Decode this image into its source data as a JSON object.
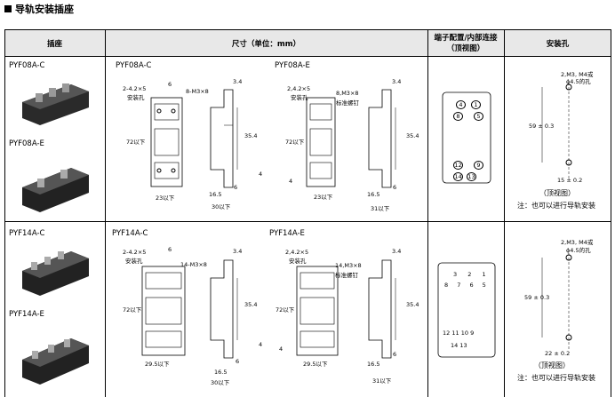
{
  "section_title": "导轨安装插座",
  "headers": {
    "socket": "插座",
    "dimensions": "尺寸（单位：mm）",
    "terminal_line1": "端子配置/内部连接",
    "terminal_line2": "（顶视图）",
    "mounting": "安装孔"
  },
  "row1": {
    "models": [
      "PYF08A-C",
      "PYF08A-E"
    ],
    "dim_c_title": "PYF08A-C",
    "dim_e_title": "PYF08A-E",
    "c_holes": "2-4.2×5",
    "c_holes_sub": "安装孔",
    "c_screws": "8-M3×8",
    "c_width_top": "6",
    "c_h": "72以下",
    "c_w": "23以下",
    "c_side_top": "3.4",
    "c_side_h": "35.4",
    "c_side_4": "4",
    "c_side_165": "16.5",
    "c_side_6": "6",
    "c_side_30": "30以下",
    "e_holes": "2,4.2×5",
    "e_holes_sub": "安装孔",
    "e_screws": "8,M3×8",
    "e_screws_sub": "标准螺钉",
    "e_h": "72以下",
    "e_w": "23以下",
    "e_4": "4",
    "e_side_top": "3.4",
    "e_side_h": "35.4",
    "e_side_165": "16.5",
    "e_side_6": "6",
    "e_side_31": "31以下",
    "pins": [
      "4",
      "1",
      "8",
      "5",
      "12",
      "9",
      "14",
      "13"
    ],
    "mount_screw": "2,M3, M4或",
    "mount_hole": "ϕ4.5的孔",
    "mount_h": "59",
    "mount_h_tol": "± 0.3",
    "mount_w": "15",
    "mount_w_tol": "± 0.2",
    "mount_view": "（顶视图）",
    "mount_note": "注：也可以进行导轨安装"
  },
  "row2": {
    "models": [
      "PYF14A-C",
      "PYF14A-E"
    ],
    "dim_c_title": "PYF14A-C",
    "dim_e_title": "PYF14A-E",
    "c_holes": "2-4.2×5",
    "c_holes_sub": "安装孔",
    "c_screws": "14-M3×8",
    "c_width_top": "6",
    "c_h": "72以下",
    "c_w": "29.5以下",
    "c_side_top": "3.4",
    "c_side_h": "35.4",
    "c_side_4": "4",
    "c_side_165": "16.5",
    "c_side_6": "6",
    "c_side_30": "30以下",
    "e_holes": "2,4.2×5",
    "e_holes_sub": "安装孔",
    "e_screws": "14,M3×8",
    "e_screws_sub": "标准螺钉",
    "e_h": "72以下",
    "e_w": "29.5以下",
    "e_4": "4",
    "e_side_top": "3.4",
    "e_side_h": "35.4",
    "e_side_165": "16.5",
    "e_side_6": "6",
    "e_side_31": "31以下",
    "pins_top": [
      "3",
      "2",
      "1"
    ],
    "pins_row2": [
      "8",
      "7",
      "6",
      "5"
    ],
    "pins_row3": [
      "12",
      "11",
      "10",
      "9"
    ],
    "pins_bottom": [
      "14",
      "13"
    ],
    "mount_screw": "2,M3, M4或",
    "mount_hole": "ϕ4.5的孔",
    "mount_h": "59",
    "mount_h_tol": "± 0.3",
    "mount_w": "22",
    "mount_w_tol": "± 0.2",
    "mount_view": "（顶视图）",
    "mount_note": "注：也可以进行导轨安装"
  }
}
